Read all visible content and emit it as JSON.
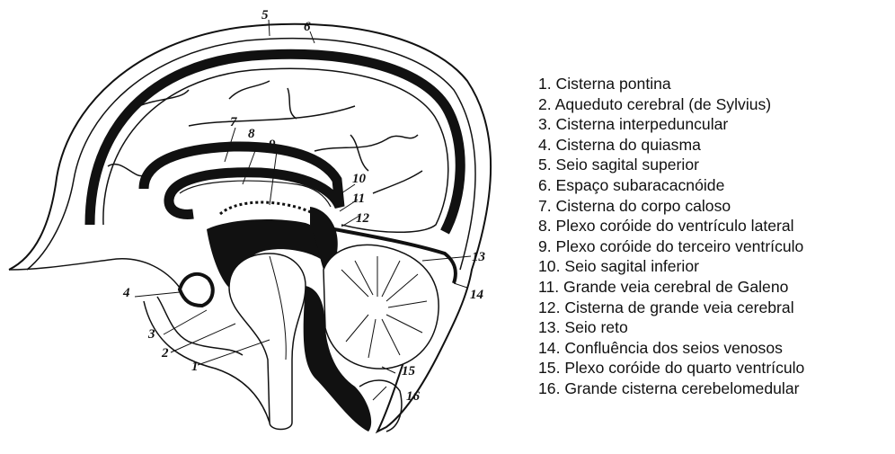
{
  "diagram": {
    "numbers": [
      "1",
      "2",
      "3",
      "4",
      "5",
      "6",
      "7",
      "8",
      "9",
      "10",
      "11",
      "12",
      "13",
      "14",
      "15",
      "16"
    ]
  },
  "legend": [
    "1. Cisterna pontina",
    "2. Aqueduto cerebral (de Sylvius)",
    "3. Cisterna interpeduncular",
    "4. Cisterna do quiasma",
    "5. Seio sagital superior",
    "6. Espaço subaracacnóide",
    "7. Cisterna do corpo caloso",
    "8. Plexo coróide do ventrículo lateral",
    "9. Plexo coróide do terceiro ventrículo",
    "10. Seio sagital inferior",
    "11. Grande veia cerebral de Galeno",
    "12. Cisterna de grande veia cerebral",
    "13. Seio reto",
    "14. Confluência dos seios venosos",
    "15. Plexo coróide do quarto ventrículo",
    "16. Grande cisterna cerebelomedular"
  ]
}
